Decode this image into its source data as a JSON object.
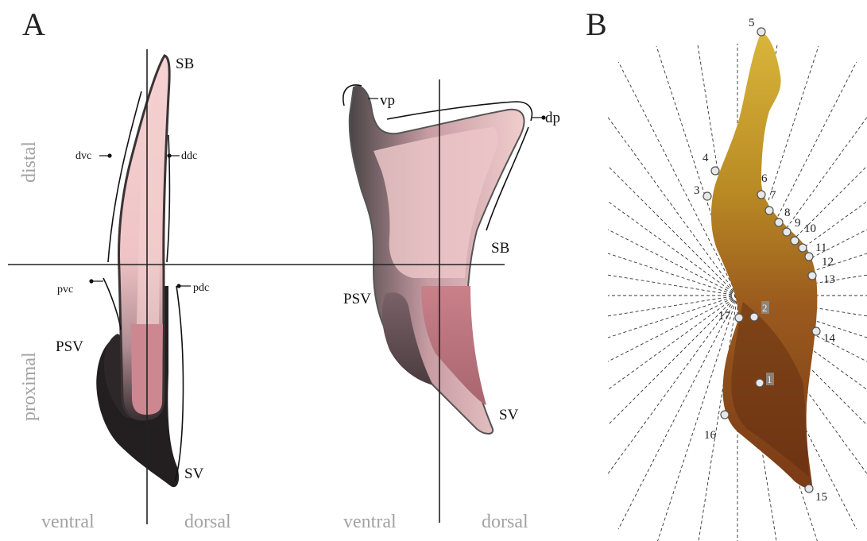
{
  "panels": [
    {
      "id": "A",
      "label": "A"
    },
    {
      "id": "B",
      "label": "B"
    }
  ],
  "axes": {
    "distal": "distal",
    "proximal": "proximal",
    "ventral": "ventral",
    "dorsal": "dorsal"
  },
  "structures": {
    "SB": "SB",
    "PSV": "PSV",
    "SV": "SV",
    "dvc": "dvc",
    "ddc": "ddc",
    "pvc": "pvc",
    "pdc": "pdc",
    "vp": "vp",
    "dp": "dp"
  },
  "landmarks": [
    "1",
    "2",
    "3",
    "4",
    "5",
    "6",
    "7",
    "8",
    "9",
    "10",
    "11",
    "12",
    "13",
    "14",
    "15",
    "16",
    "17"
  ],
  "colors": {
    "pink_light": "#f2cfcf",
    "pink_mid": "#d99aa2",
    "dark": "#2a2426",
    "grey_axis_text": "#a3a3a3",
    "bone_yellow": "#c9a32a",
    "bone_brown": "#8a4a1c"
  }
}
